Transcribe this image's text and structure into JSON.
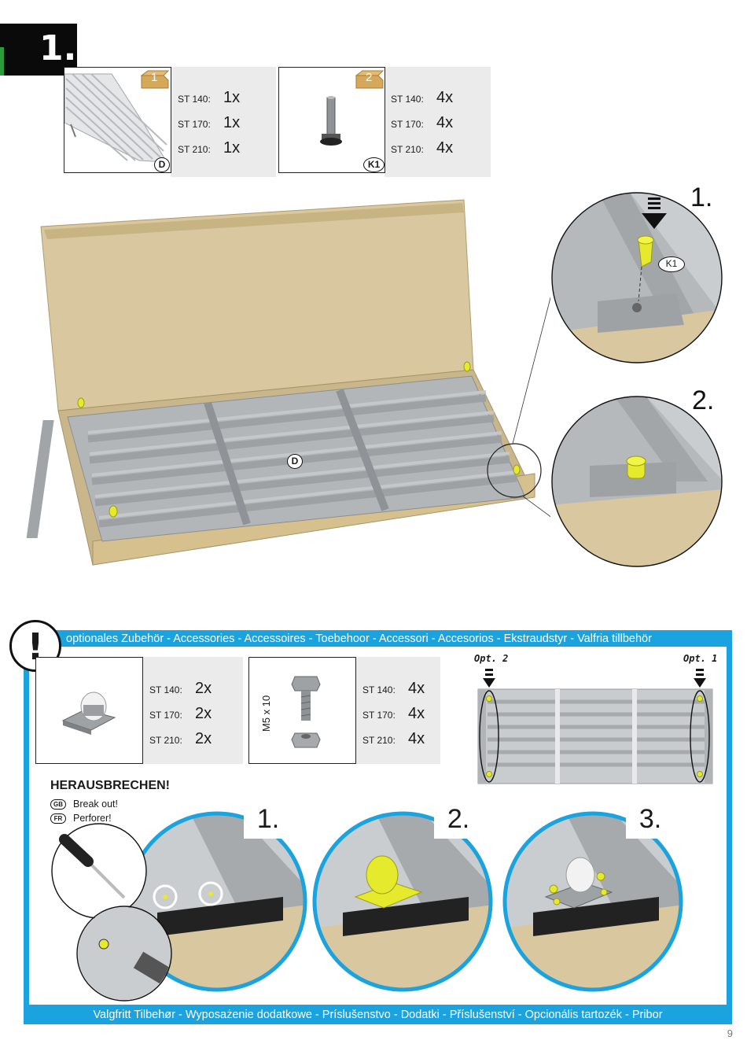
{
  "step": "1.",
  "parts": [
    {
      "box": "1",
      "label": "D",
      "rows": [
        {
          "model": "ST 140:",
          "qty": "1x"
        },
        {
          "model": "ST 170:",
          "qty": "1x"
        },
        {
          "model": "ST 210:",
          "qty": "1x"
        }
      ]
    },
    {
      "box": "2",
      "label": "K1",
      "rows": [
        {
          "model": "ST 140:",
          "qty": "4x"
        },
        {
          "model": "ST 170:",
          "qty": "4x"
        },
        {
          "model": "ST 210:",
          "qty": "4x"
        }
      ]
    }
  ],
  "main_label": "D",
  "detail_steps": [
    "1.",
    "2."
  ],
  "detail_label": "K1",
  "accessories": {
    "warning_symbol": "!",
    "banner_top": "optionales Zubehör - Accessories - Accessoires - Toebehoor - Accessori - Accesorios  - Ekstraudstyr - Valfria tillbehör",
    "banner_bottom": "Valgfritt Tilbehør - Wyposażenie dodatkowe - Príslušenstvo - Dodatki - Příslušenství - Opcionális tartozék - Pribor",
    "parts": [
      {
        "rows": [
          {
            "model": "ST 140:",
            "qty": "2x"
          },
          {
            "model": "ST 170:",
            "qty": "2x"
          },
          {
            "model": "ST 210:",
            "qty": "2x"
          }
        ]
      },
      {
        "side_label": "M5 x 10",
        "rows": [
          {
            "model": "ST 140:",
            "qty": "4x"
          },
          {
            "model": "ST 170:",
            "qty": "4x"
          },
          {
            "model": "ST 210:",
            "qty": "4x"
          }
        ]
      }
    ],
    "opt_left": "Opt. 2",
    "opt_right": "Opt. 1",
    "heading": "HERAUSBRECHEN!",
    "languages": [
      {
        "code": "GB",
        "text": "Break out!"
      },
      {
        "code": "FR",
        "text": "Perforer!"
      }
    ],
    "steps": [
      "1.",
      "2.",
      "3."
    ]
  },
  "page_number": "9",
  "colors": {
    "accent": "#1aa3de",
    "cardboard": "#d8c59a",
    "metal": "#a9adb0",
    "highlight": "#e6ea2c"
  }
}
